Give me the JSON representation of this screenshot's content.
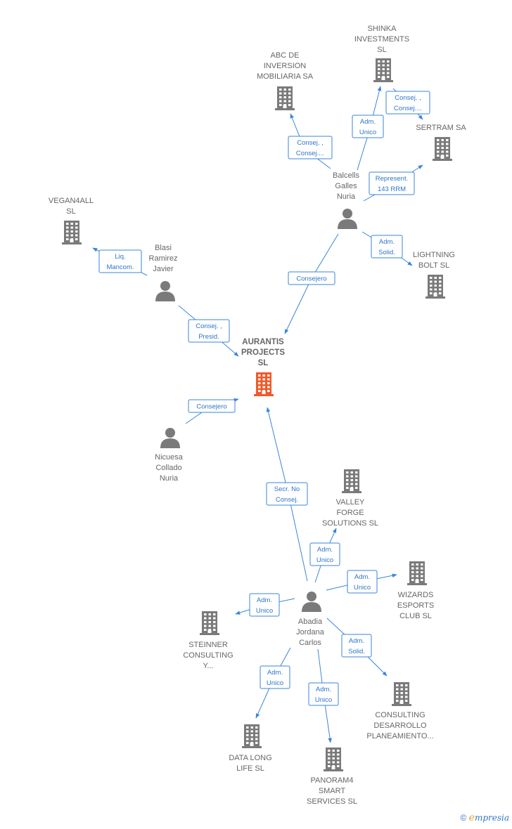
{
  "colors": {
    "edge": "#3a86d8",
    "edge_text": "#2f76c8",
    "node_gray": "#7a7a7a",
    "node_central": "#f05a28"
  },
  "nodes": [
    {
      "id": "aurantis",
      "type": "company",
      "central": true,
      "lines": [
        "AURANTIS",
        "PROJECTS",
        "SL"
      ]
    },
    {
      "id": "abc",
      "type": "company",
      "lines": [
        "ABC DE",
        "INVERSION",
        "MOBILIARIA SA"
      ]
    },
    {
      "id": "shinka",
      "type": "company",
      "lines": [
        "SHINKA",
        "INVESTMENTS",
        "SL"
      ]
    },
    {
      "id": "sertram",
      "type": "company",
      "lines": [
        "SERTRAM SA"
      ]
    },
    {
      "id": "vegan",
      "type": "company",
      "lines": [
        "VEGAN4ALL",
        "SL"
      ]
    },
    {
      "id": "lightning",
      "type": "company",
      "lines": [
        "LIGHTNING",
        "BOLT  SL"
      ]
    },
    {
      "id": "valley",
      "type": "company",
      "lines": [
        "VALLEY",
        "FORGE",
        "SOLUTIONS  SL"
      ]
    },
    {
      "id": "wizards",
      "type": "company",
      "lines": [
        "WIZARDS",
        "ESPORTS",
        "CLUB  SL"
      ]
    },
    {
      "id": "steinner",
      "type": "company",
      "lines": [
        "STEINNER",
        "CONSULTING",
        "Y..."
      ]
    },
    {
      "id": "consulting",
      "type": "company",
      "lines": [
        "CONSULTING",
        "DESARROLLO",
        "PLANEAMIENTO..."
      ]
    },
    {
      "id": "datalong",
      "type": "company",
      "lines": [
        "DATA LONG",
        "LIFE  SL"
      ]
    },
    {
      "id": "panoram",
      "type": "company",
      "lines": [
        "PANORAM4",
        "SMART",
        "SERVICES  SL"
      ]
    },
    {
      "id": "balcells",
      "type": "person",
      "lines": [
        "Balcells",
        "Galles",
        "Nuria"
      ]
    },
    {
      "id": "blasi",
      "type": "person",
      "lines": [
        "Blasi",
        "Ramirez",
        "Javier"
      ]
    },
    {
      "id": "nicuesa",
      "type": "person",
      "lines": [
        "Nicuesa",
        "Collado",
        "Nuria"
      ]
    },
    {
      "id": "abadia",
      "type": "person",
      "lines": [
        "Abadia",
        "Jordana",
        "Carlos"
      ]
    }
  ],
  "edges": [
    {
      "from": "balcells",
      "to": "abc",
      "label": [
        "Consej. ,",
        "Consej...."
      ]
    },
    {
      "from": "balcells",
      "to": "shinka",
      "label": [
        "Adm.",
        "Unico"
      ]
    },
    {
      "from": "shinka",
      "to": "sertram",
      "label": [
        "Consej. ,",
        "Consej...."
      ]
    },
    {
      "from": "balcells",
      "to": "sertram",
      "label": [
        "Represent.",
        "143 RRM"
      ]
    },
    {
      "from": "balcells",
      "to": "lightning",
      "label": [
        "Adm.",
        "Solid."
      ]
    },
    {
      "from": "balcells",
      "to": "aurantis",
      "label": [
        "Consejero"
      ]
    },
    {
      "from": "blasi",
      "to": "vegan",
      "label": [
        "Liq.",
        "Mancom."
      ]
    },
    {
      "from": "blasi",
      "to": "aurantis",
      "label": [
        "Consej. ,",
        "Presid."
      ]
    },
    {
      "from": "nicuesa",
      "to": "aurantis",
      "label": [
        "Consejero"
      ]
    },
    {
      "from": "abadia",
      "to": "aurantis",
      "label": [
        "Secr.  No",
        "Consej."
      ]
    },
    {
      "from": "abadia",
      "to": "valley",
      "label": [
        "Adm.",
        "Unico"
      ]
    },
    {
      "from": "abadia",
      "to": "wizards",
      "label": [
        "Adm.",
        "Unico"
      ]
    },
    {
      "from": "abadia",
      "to": "steinner",
      "label": [
        "Adm.",
        "Unico"
      ]
    },
    {
      "from": "abadia",
      "to": "consulting",
      "label": [
        "Adm.",
        "Solid."
      ]
    },
    {
      "from": "abadia",
      "to": "datalong",
      "label": [
        "Adm.",
        "Unico"
      ]
    },
    {
      "from": "abadia",
      "to": "panoram",
      "label": [
        "Adm.",
        "Unico"
      ]
    }
  ],
  "footer": {
    "copyright_symbol": "©",
    "brand_e": "e",
    "brand_rest": "mpresia"
  }
}
